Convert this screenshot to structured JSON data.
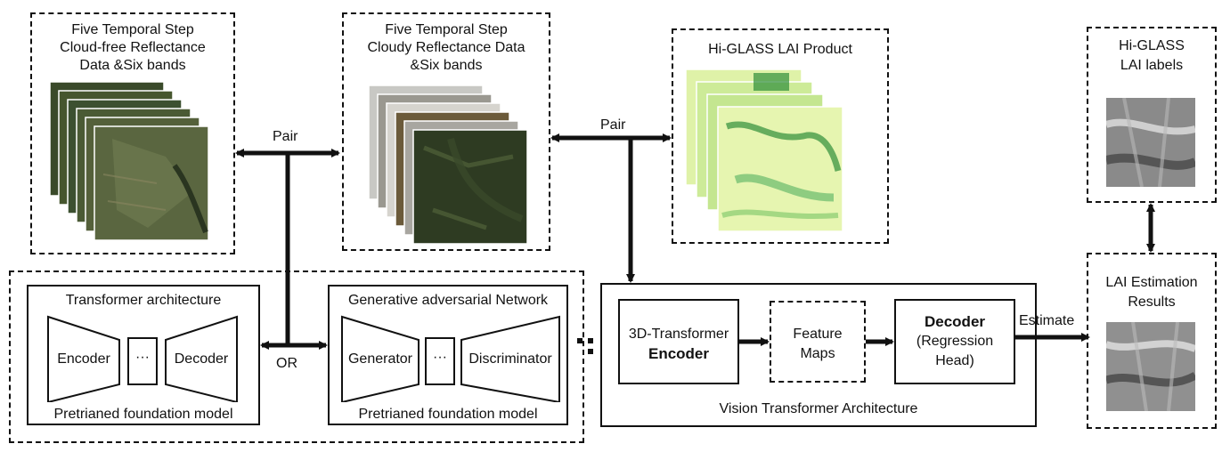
{
  "input_cloudfree": {
    "line1": "Five Temporal Step",
    "line2": "Cloud-free Reflectance",
    "line3": "Data &Six bands"
  },
  "input_cloudy": {
    "line1": "Five Temporal Step",
    "line2": "Cloudy Reflectance Data",
    "line3": "&Six bands"
  },
  "lai_product": {
    "title": "Hi-GLASS LAI Product"
  },
  "lai_labels": {
    "line1": "Hi-GLASS",
    "line2": "LAI labels"
  },
  "lai_results": {
    "line1": "LAI Estimation",
    "line2": "Results"
  },
  "pair_label_1": "Pair",
  "pair_label_2": "Pair",
  "or_label": "OR",
  "estimate_label": "Estimate",
  "transformer": {
    "title": "Transformer architecture",
    "encoder": "Encoder",
    "ellipsis": "···",
    "decoder": "Decoder",
    "footer": "Pretrianed foundation model"
  },
  "gan": {
    "title": "Generative adversarial Network",
    "generator": "Generator",
    "ellipsis": "···",
    "discriminator": "Discriminator",
    "footer": "Pretrianed foundation model"
  },
  "vit": {
    "encoder_line1": "3D-Transformer",
    "encoder_line2": "Encoder",
    "feature_line1": "Feature",
    "feature_line2": "Maps",
    "decoder_line1": "Decoder",
    "decoder_line2": "(Regression",
    "decoder_line3": "Head)",
    "footer": "Vision Transformer Architecture"
  },
  "colors": {
    "stroke": "#111111",
    "green_light": "#e6f5b0",
    "green_dark": "#2f8f3a",
    "sat_dark": "#2e3b22",
    "sat_brown": "#6b5a3a",
    "gray": "#8a8a8a"
  }
}
